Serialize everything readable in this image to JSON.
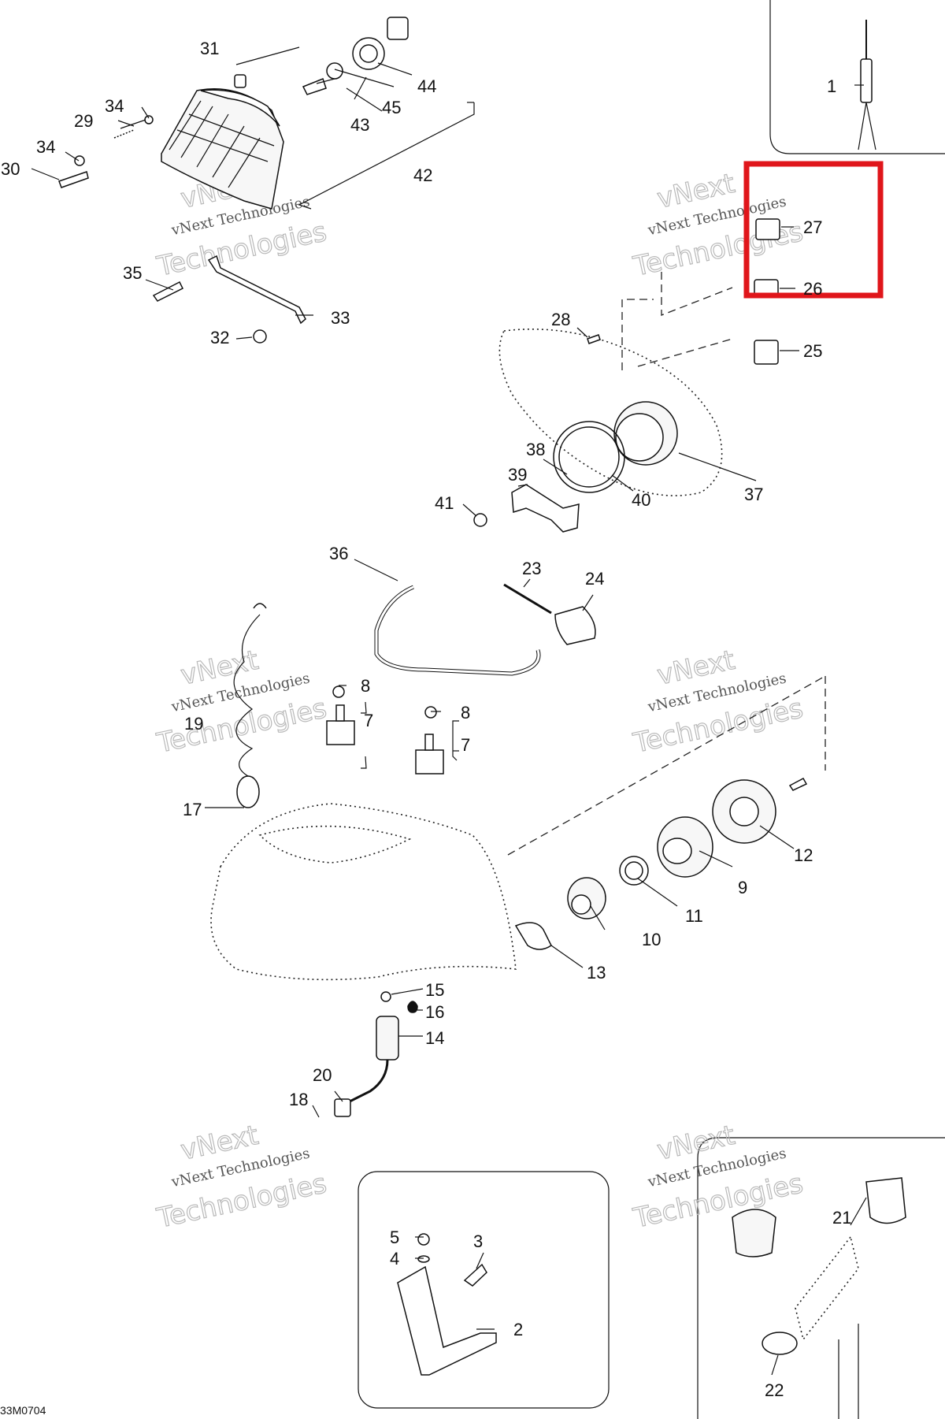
{
  "drawing_code": "33M0704",
  "watermark": {
    "brand": "vNext",
    "text1": "vNext Technologies",
    "text2": "Technologies"
  },
  "highlight": {
    "color": "#e0161b",
    "parts": [
      "27",
      "26"
    ]
  },
  "callouts": {
    "c1": "1",
    "c2": "2",
    "c3": "3",
    "c4": "4",
    "c5": "5",
    "c7a": "7",
    "c7b": "7",
    "c8a": "8",
    "c8b": "8",
    "c9": "9",
    "c10": "10",
    "c11": "11",
    "c12": "12",
    "c13": "13",
    "c14": "14",
    "c15": "15",
    "c16": "16",
    "c17": "17",
    "c18": "18",
    "c19": "19",
    "c20": "20",
    "c21": "21",
    "c22": "22",
    "c23": "23",
    "c24": "24",
    "c25": "25",
    "c26": "26",
    "c27": "27",
    "c28": "28",
    "c29": "29",
    "c30": "30",
    "c31": "31",
    "c32": "32",
    "c33": "33",
    "c34a": "34",
    "c34b": "34",
    "c35": "35",
    "c36": "36",
    "c37": "37",
    "c38": "38",
    "c39": "39",
    "c40": "40",
    "c41": "41",
    "c42": "42",
    "c43": "43",
    "c44": "44",
    "c45": "45"
  }
}
